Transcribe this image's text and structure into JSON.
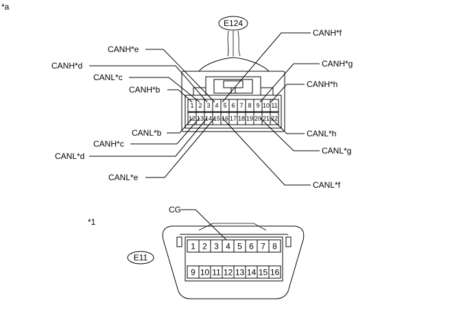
{
  "marks": {
    "a": "*a",
    "one": "*1"
  },
  "e124": {
    "id": "E124",
    "pins_top": [
      "1",
      "2",
      "3",
      "4",
      "5",
      "6",
      "7",
      "8",
      "9",
      "10",
      "11"
    ],
    "pins_bottom": [
      "12",
      "13",
      "14",
      "15",
      "16",
      "17",
      "18",
      "19",
      "20",
      "21",
      "22"
    ],
    "labels": {
      "canh_f": "CANH*f",
      "canh_e": "CANH*e",
      "canh_d": "CANH*d",
      "canl_c": "CANL*c",
      "canh_b": "CANH*b",
      "canh_g": "CANH*g",
      "canh_h": "CANH*h",
      "canl_b": "CANL*b",
      "canh_c": "CANH*c",
      "canl_d": "CANL*d",
      "canl_e": "CANL*e",
      "canl_f": "CANL*f",
      "canl_h": "CANL*h",
      "canl_g": "CANL*g"
    }
  },
  "e11": {
    "id": "E11",
    "pins_top": [
      "1",
      "2",
      "3",
      "4",
      "5",
      "6",
      "7",
      "8"
    ],
    "pins_bottom": [
      "9",
      "10",
      "11",
      "12",
      "13",
      "14",
      "15",
      "16"
    ],
    "labels": {
      "cg": "CG"
    }
  }
}
